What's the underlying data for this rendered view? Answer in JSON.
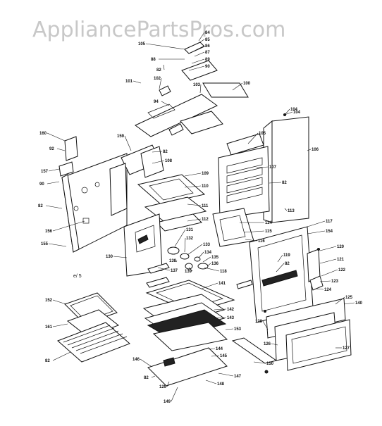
{
  "watermark": "AppliancePartsPros.com",
  "note": "e/ 5",
  "labels": [
    "105",
    "84",
    "85",
    "86",
    "87",
    "88",
    "89",
    "90",
    "82",
    "102",
    "101",
    "100",
    "104",
    "103",
    "94",
    "160",
    "92",
    "157",
    "90",
    "82",
    "156",
    "155",
    "159",
    "82",
    "108",
    "109",
    "110",
    "111",
    "112",
    "104",
    "105",
    "106",
    "107",
    "82",
    "113",
    "114",
    "115",
    "116",
    "117",
    "154",
    "130",
    "131",
    "132",
    "133",
    "134",
    "135",
    "136",
    "137",
    "138",
    "139",
    "118",
    "119",
    "82",
    "120",
    "121",
    "122",
    "123",
    "124",
    "125",
    "140",
    "141",
    "142",
    "143",
    "153",
    "152",
    "161",
    "82",
    "144",
    "145",
    "150",
    "146",
    "147",
    "148",
    "149",
    "82",
    "129",
    "128",
    "126",
    "127"
  ]
}
